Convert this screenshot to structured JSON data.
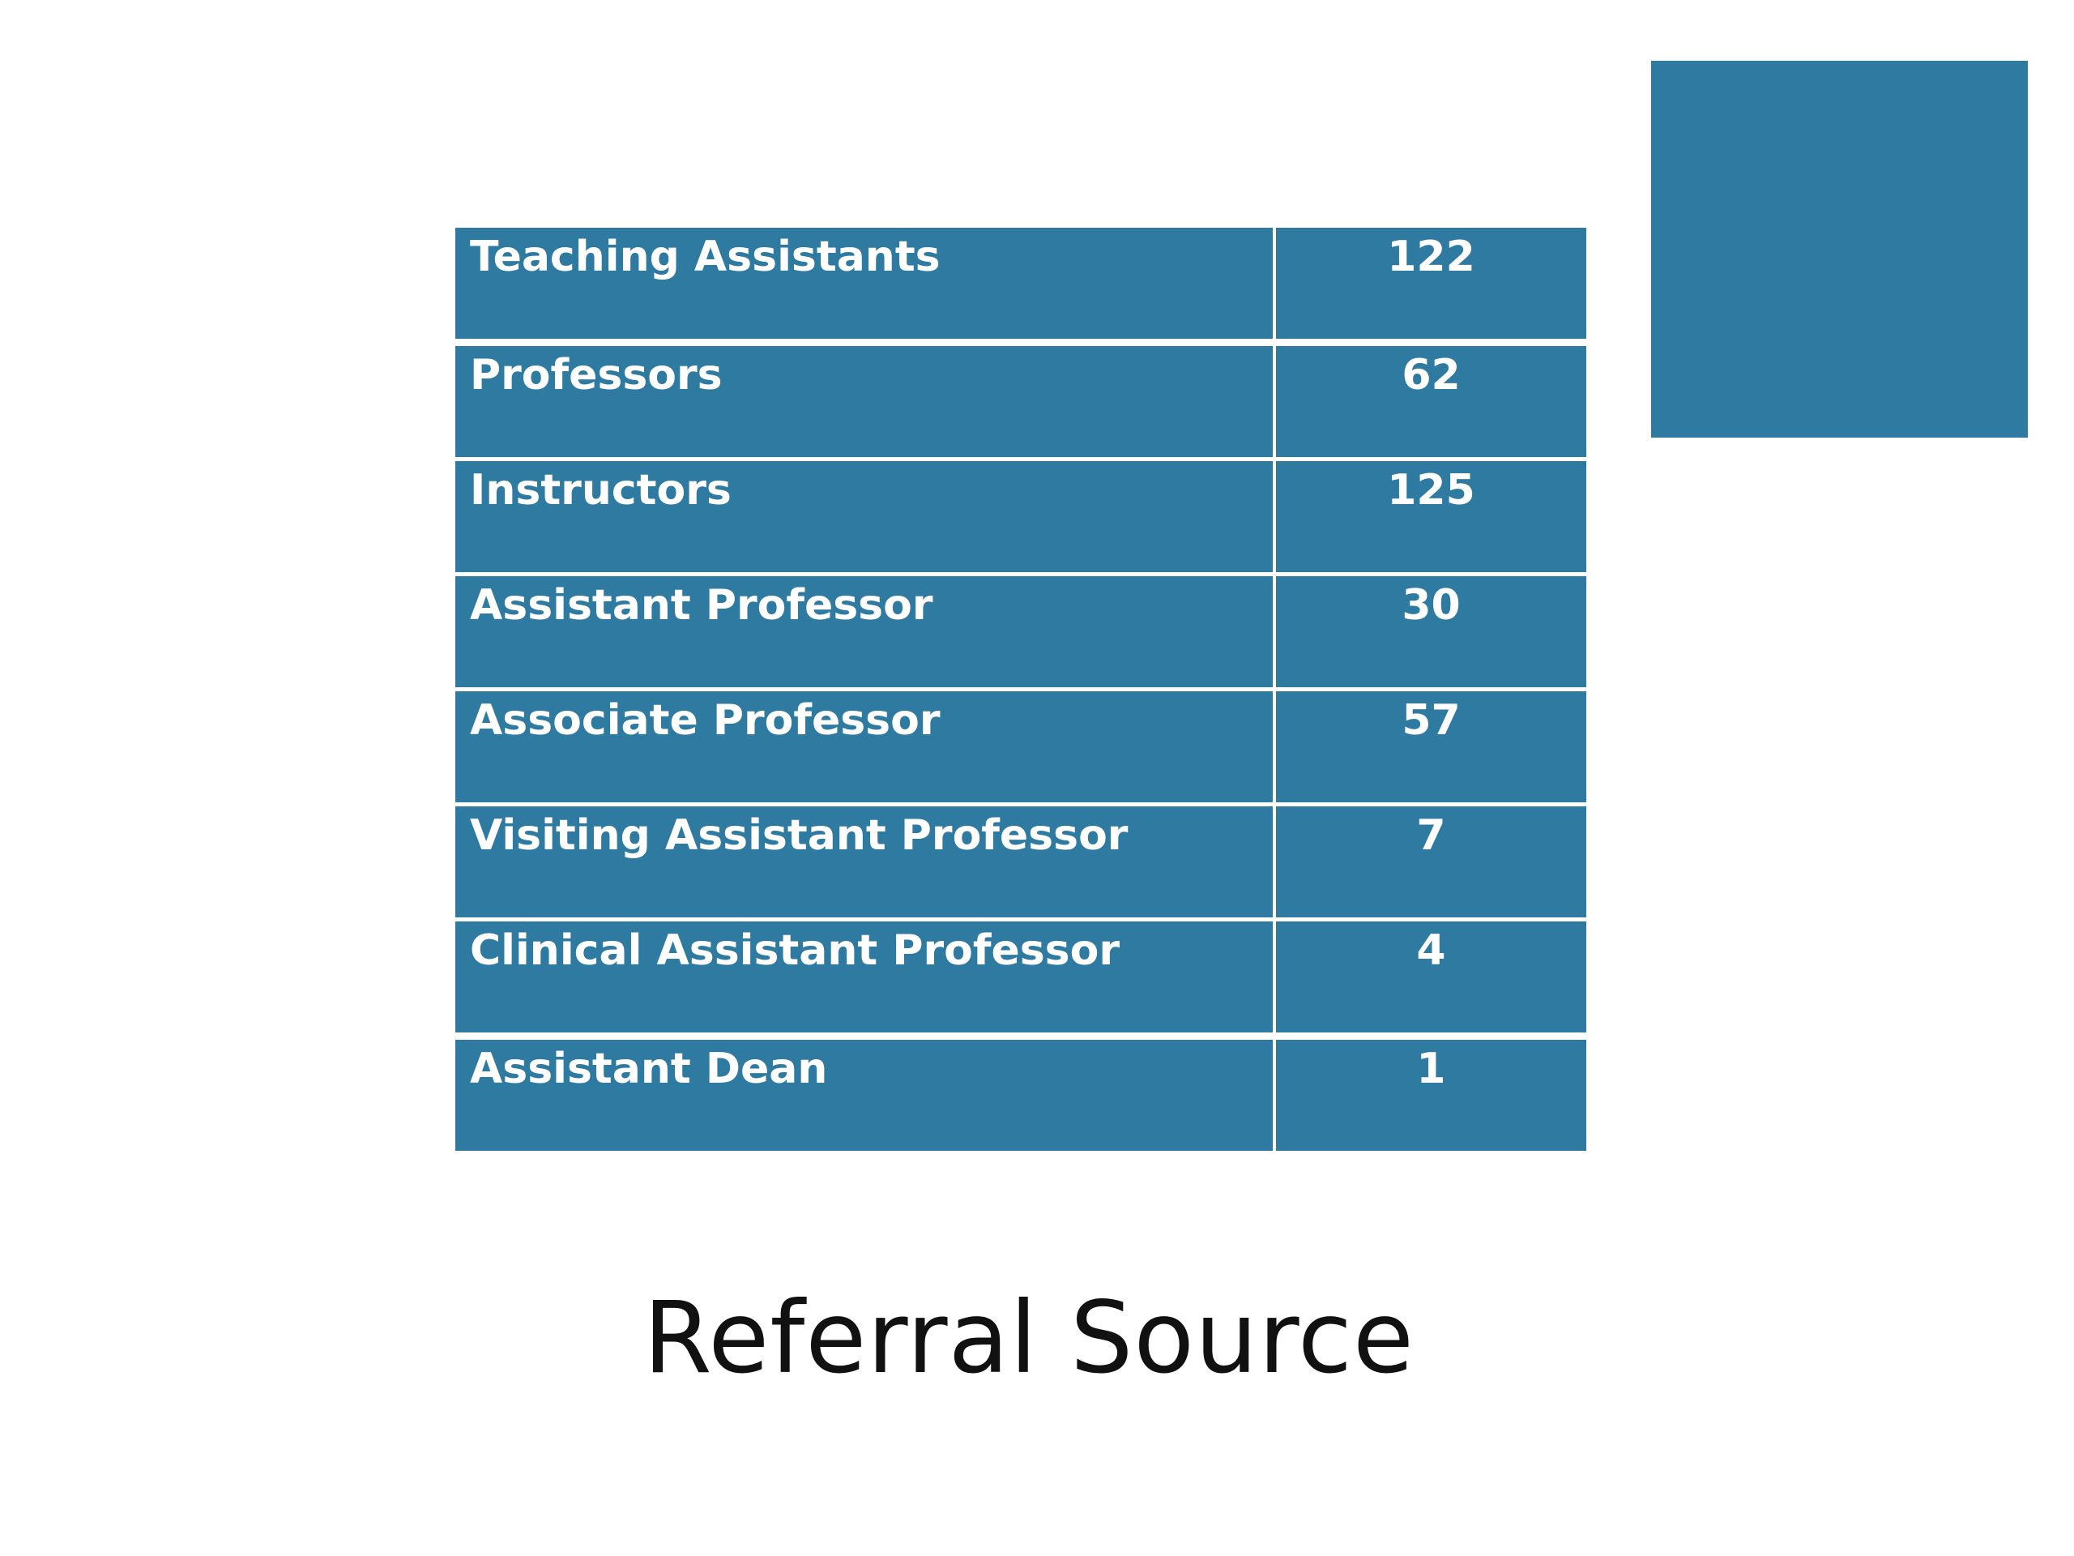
{
  "slide": {
    "title": "Referral Source",
    "accent_color": "#2e7aa0"
  },
  "table": {
    "rows": [
      {
        "label": "Teaching Assistants",
        "value": "122"
      },
      {
        "label": "Professors",
        "value": "62"
      },
      {
        "label": "Instructors",
        "value": "125"
      },
      {
        "label": "Assistant Professor",
        "value": "30"
      },
      {
        "label": "Associate Professor",
        "value": "57"
      },
      {
        "label": "Visiting Assistant Professor",
        "value": "7"
      },
      {
        "label": "Clinical Assistant Professor",
        "value": "4"
      },
      {
        "label": "Assistant Dean",
        "value": "1"
      }
    ]
  }
}
